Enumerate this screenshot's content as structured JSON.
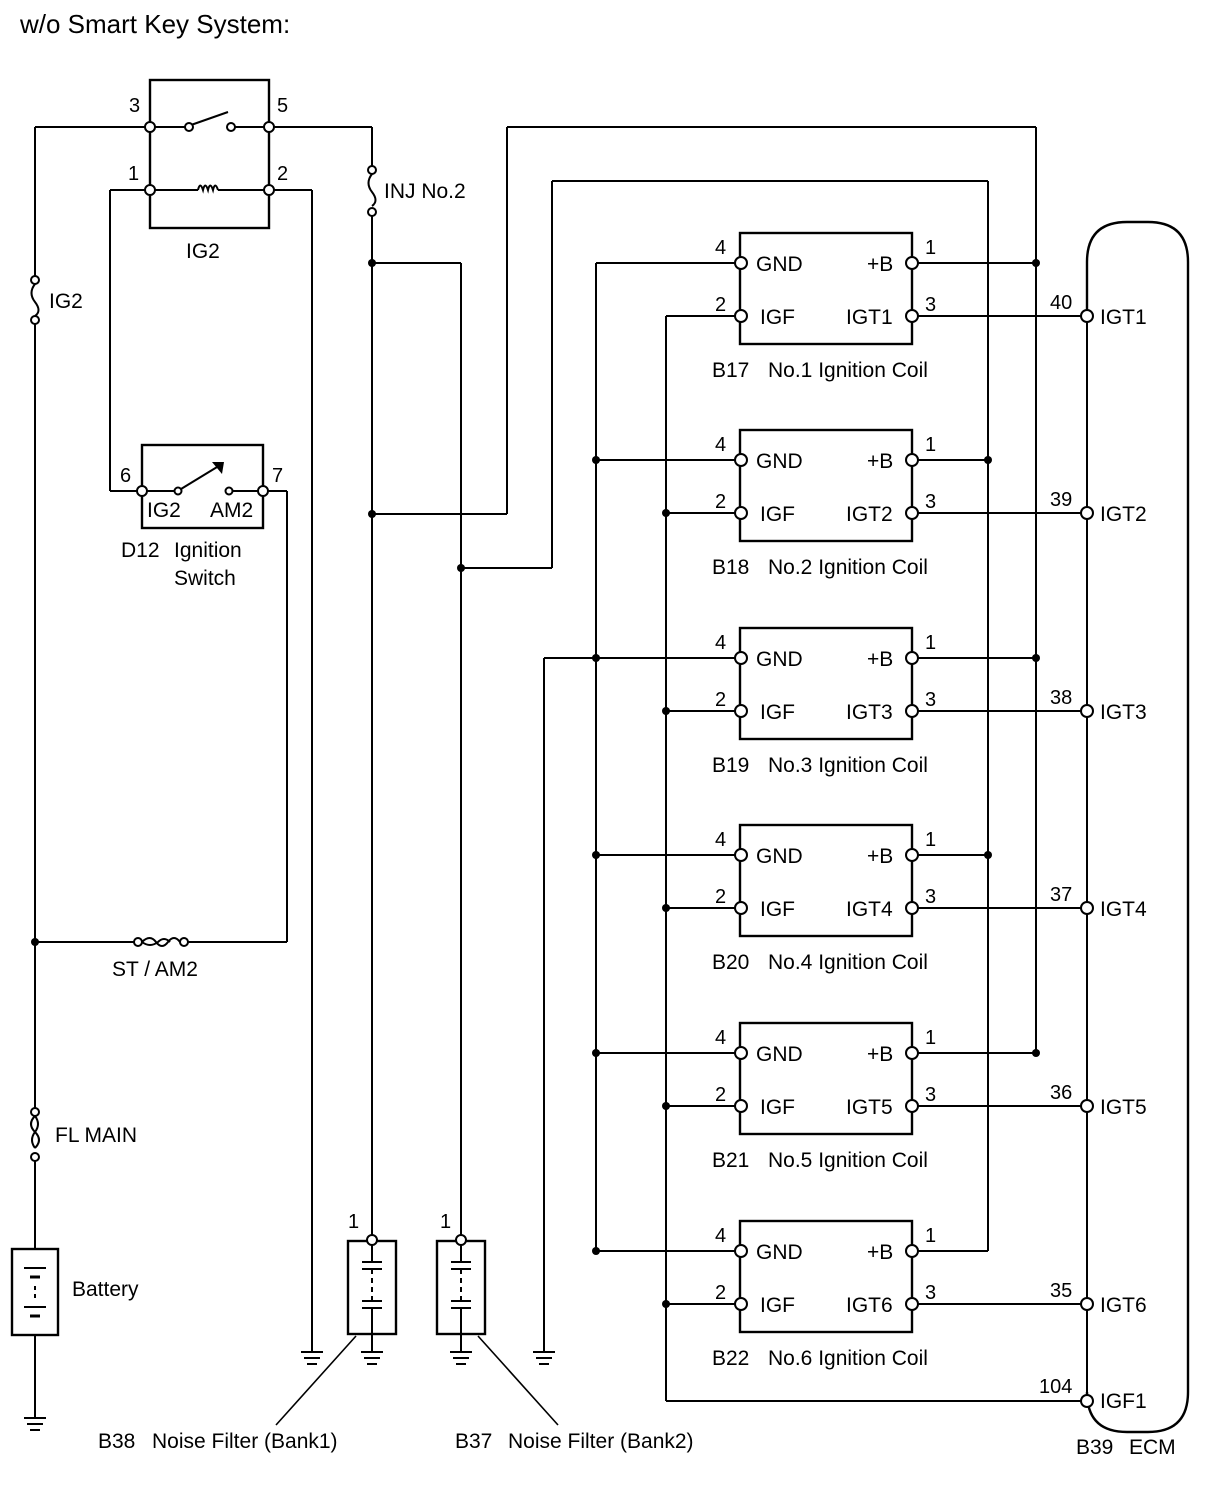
{
  "title": "w/o Smart Key System:",
  "relay": {
    "name": "IG2",
    "pins": [
      "3",
      "5",
      "1",
      "2"
    ]
  },
  "fuses": {
    "ig2": "IG2",
    "inj": "INJ No.2",
    "st_am2": "ST / AM2",
    "fl_main": "FL MAIN"
  },
  "battery": "Battery",
  "ignition_switch": {
    "code": "D12",
    "name": "Ignition",
    "name2": "Switch",
    "pin_left": "6",
    "pin_right": "7",
    "contact_left": "IG2",
    "contact_right": "AM2"
  },
  "noise_filters": [
    {
      "pin": "1",
      "code": "B38",
      "name": "Noise Filter (Bank1)"
    },
    {
      "pin": "1",
      "code": "B37",
      "name": "Noise Filter (Bank2)"
    }
  ],
  "coils": [
    {
      "code": "B17",
      "name": "No.1 Ignition Coil",
      "igt": "IGT1",
      "ecm_pin": "40"
    },
    {
      "code": "B18",
      "name": "No.2 Ignition Coil",
      "igt": "IGT2",
      "ecm_pin": "39"
    },
    {
      "code": "B19",
      "name": "No.3 Ignition Coil",
      "igt": "IGT3",
      "ecm_pin": "38"
    },
    {
      "code": "B20",
      "name": "No.4 Ignition Coil",
      "igt": "IGT4",
      "ecm_pin": "37"
    },
    {
      "code": "B21",
      "name": "No.5 Ignition Coil",
      "igt": "IGT5",
      "ecm_pin": "36"
    },
    {
      "code": "B22",
      "name": "No.6 Ignition Coil",
      "igt": "IGT6",
      "ecm_pin": "35"
    }
  ],
  "coil_pins": {
    "gnd": "GND",
    "gnd_pin": "4",
    "b": "+B",
    "b_pin": "1",
    "igf": "IGF",
    "igf_pin": "2",
    "igt_pin": "3"
  },
  "ecm": {
    "code": "B39",
    "name": "ECM",
    "igf_label": "IGF1",
    "igf_pin": "104"
  }
}
